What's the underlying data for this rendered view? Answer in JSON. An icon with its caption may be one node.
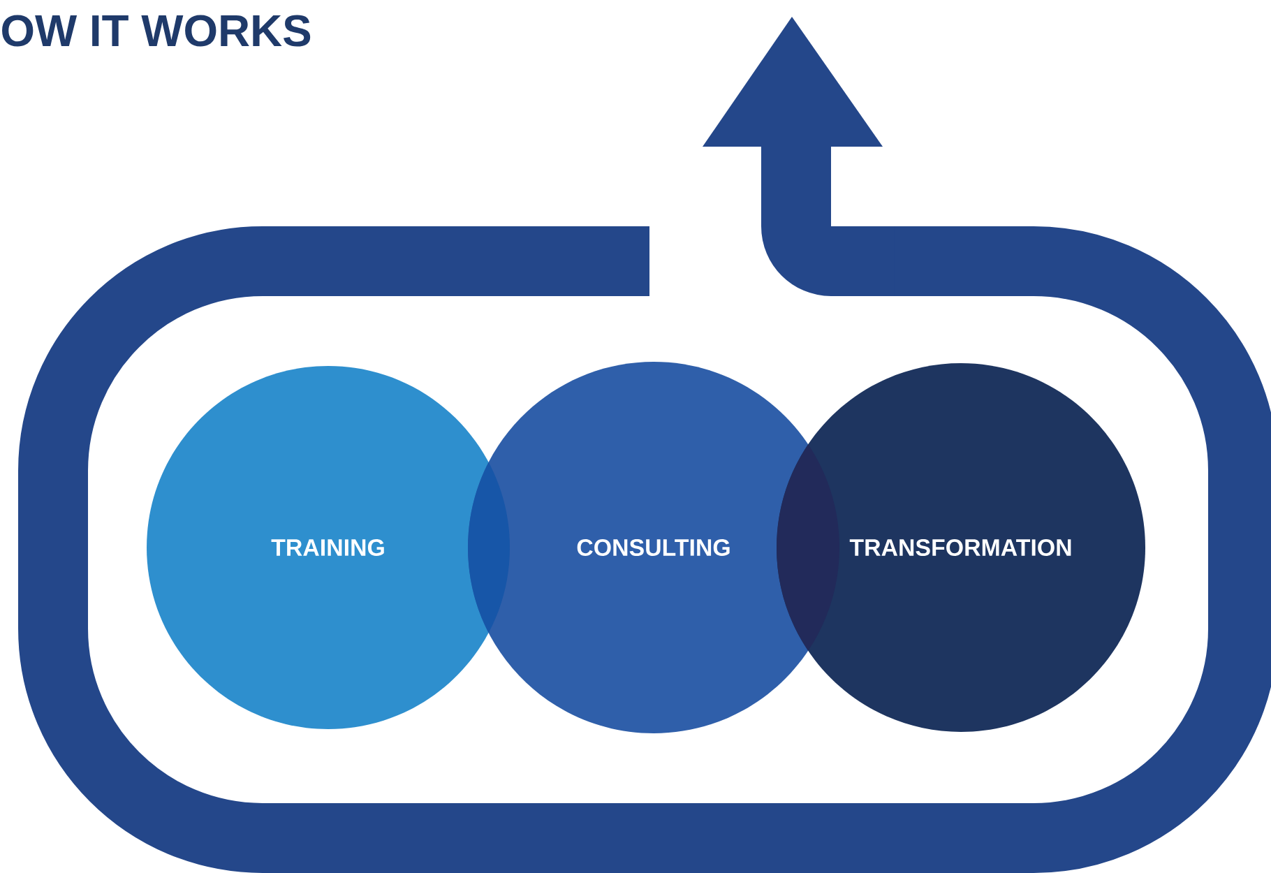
{
  "diagram": {
    "title": "OW IT WORKS",
    "nodes": [
      {
        "text": [
          "TRAINING"
        ]
      },
      {
        "text": [
          "CONSULTING"
        ]
      },
      {
        "text": [
          "TRANSFORMATION"
        ]
      }
    ]
  }
}
